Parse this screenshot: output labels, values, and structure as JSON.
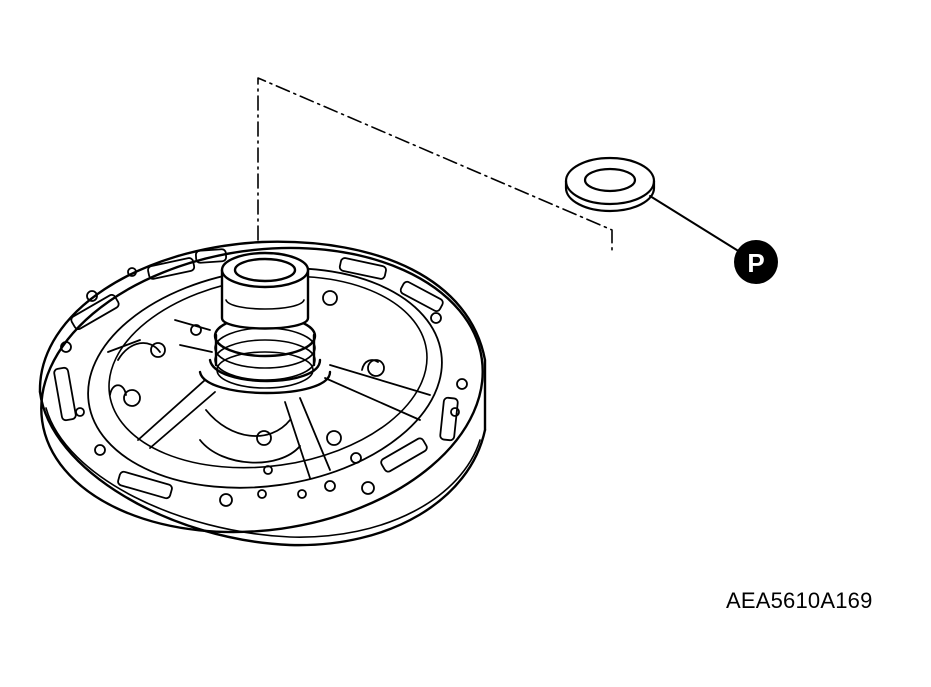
{
  "figure": {
    "reference_code": "AEA5610A169",
    "callout_symbol": "P",
    "callout_meaning": "replace-part-icon",
    "parts": [
      "oil-pump-assembly",
      "seal-ring"
    ],
    "colors": {
      "ink": "#000000",
      "background": "#ffffff"
    }
  }
}
